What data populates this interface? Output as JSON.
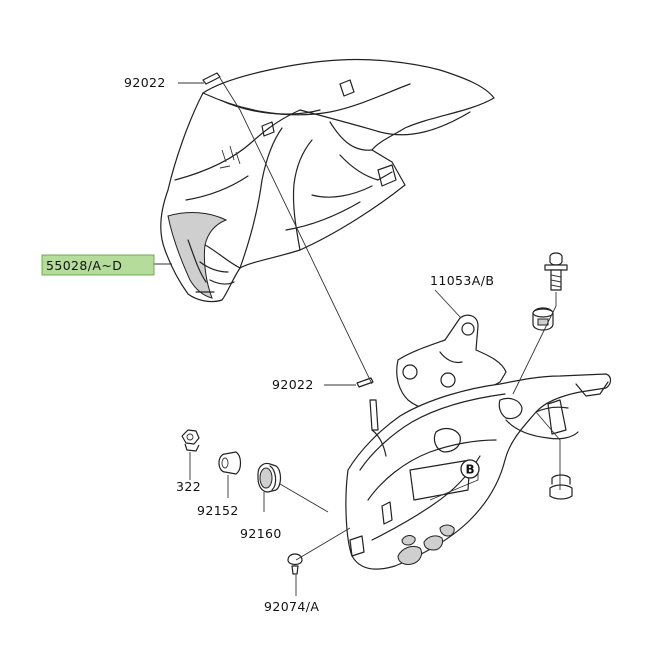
{
  "diagram": {
    "callouts": [
      {
        "id": "p92022_top",
        "text": "92022"
      },
      {
        "id": "p55028",
        "text": "55028/A~D",
        "highlight_color": "#b5dc9a"
      },
      {
        "id": "p11053",
        "text": "11053A/B"
      },
      {
        "id": "p92022_mid",
        "text": "92022"
      },
      {
        "id": "p322",
        "text": "322"
      },
      {
        "id": "p92152",
        "text": "92152"
      },
      {
        "id": "p92160",
        "text": "92160"
      },
      {
        "id": "p92074",
        "text": "92074/A"
      }
    ],
    "reference_marker": "B"
  }
}
